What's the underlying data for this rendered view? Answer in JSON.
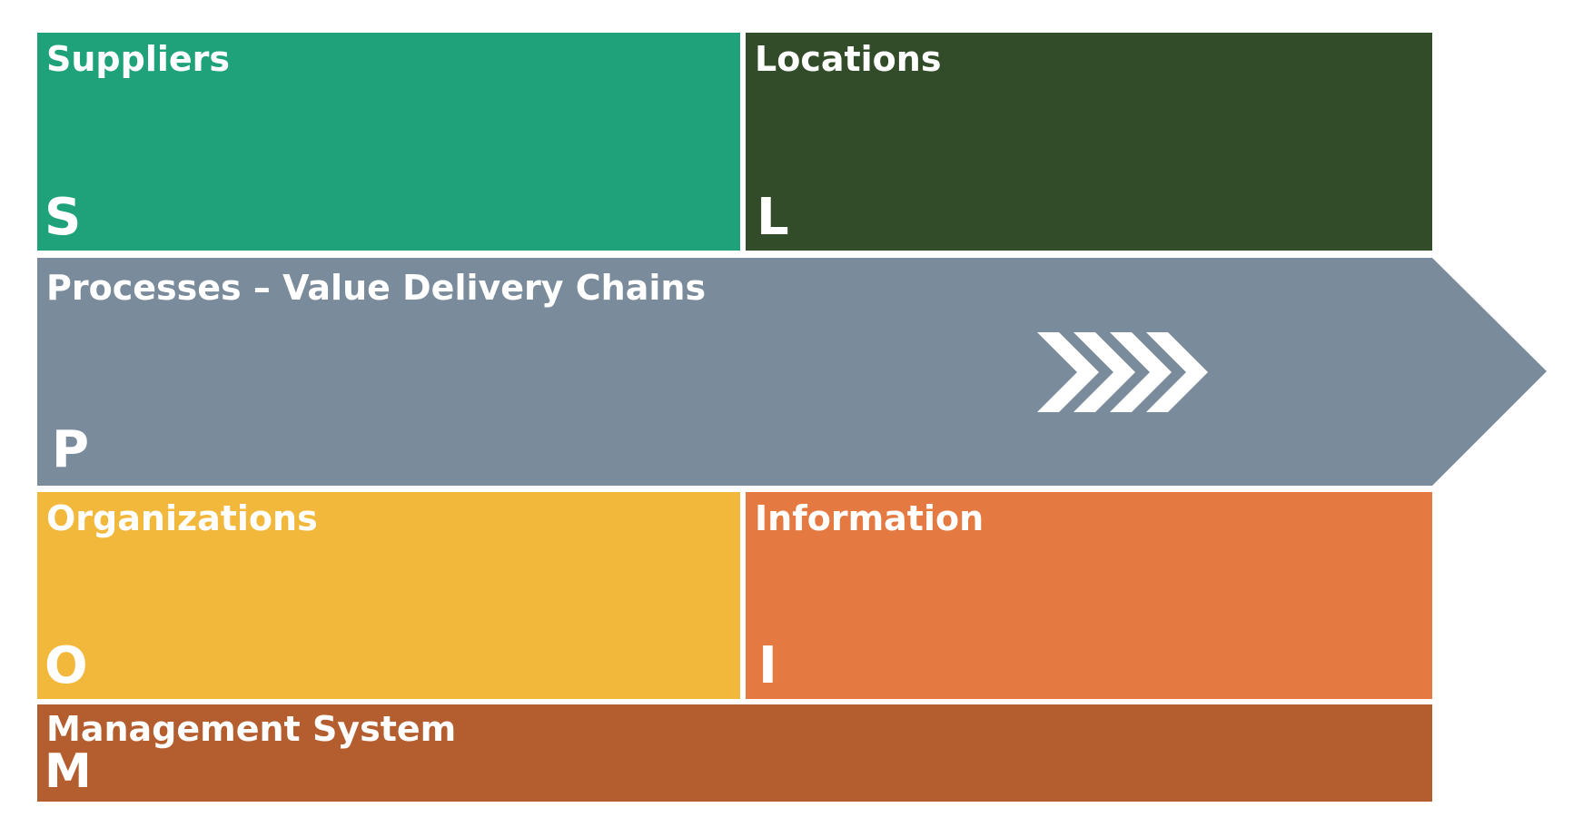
{
  "blocks": {
    "suppliers": {
      "title": "Suppliers",
      "letter": "S",
      "color": "#1fa27a"
    },
    "locations": {
      "title": "Locations",
      "letter": "L",
      "color": "#324c29"
    },
    "processes": {
      "title": "Processes – Value Delivery Chains",
      "letter": "P",
      "color": "#7a8b9b"
    },
    "organizations": {
      "title": "Organizations",
      "letter": "O",
      "color": "#f2b83b"
    },
    "information": {
      "title": "Information",
      "letter": "I",
      "color": "#e47a42"
    },
    "management": {
      "title": "Management System",
      "letter": "M",
      "color": "#b45d2f"
    }
  },
  "chevron_icon": "quadruple-chevron-right-icon"
}
